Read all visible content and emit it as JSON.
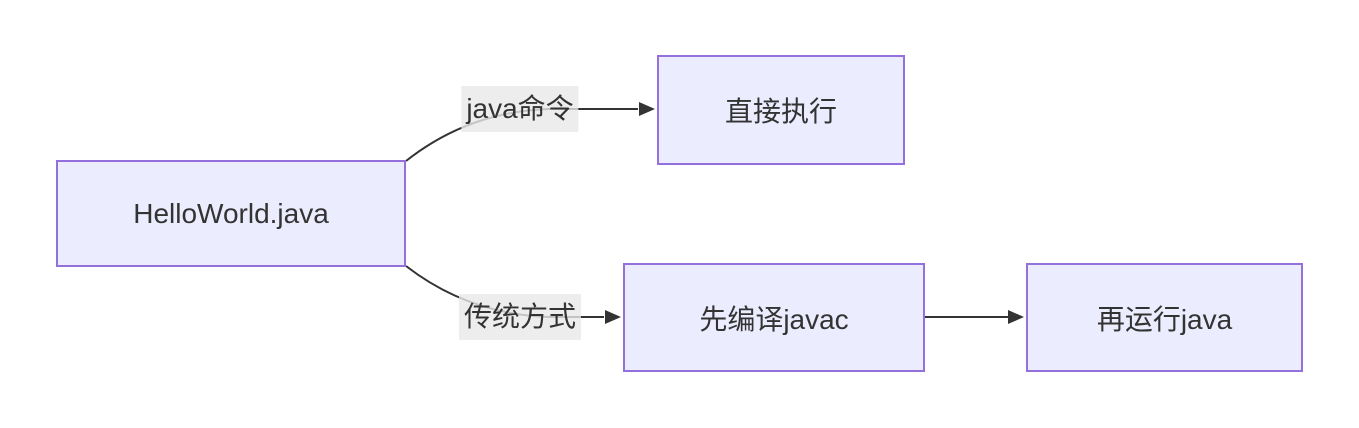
{
  "diagram": {
    "type": "flowchart-LR",
    "nodes": [
      {
        "id": "source",
        "label": "HelloWorld.java"
      },
      {
        "id": "direct",
        "label": "直接执行"
      },
      {
        "id": "compile",
        "label": "先编译javac"
      },
      {
        "id": "run",
        "label": "再运行java"
      }
    ],
    "edges": [
      {
        "from": "source",
        "to": "direct",
        "label": "java命令"
      },
      {
        "from": "source",
        "to": "compile",
        "label": "传统方式"
      },
      {
        "from": "compile",
        "to": "run"
      }
    ]
  },
  "colors": {
    "background": "#ffffff",
    "node_fill": "#ececff",
    "node_border": "#9370db",
    "edge_line": "#333333",
    "text": "#333333",
    "edge_label_background": "rgba(232,232,232,0.8)"
  }
}
